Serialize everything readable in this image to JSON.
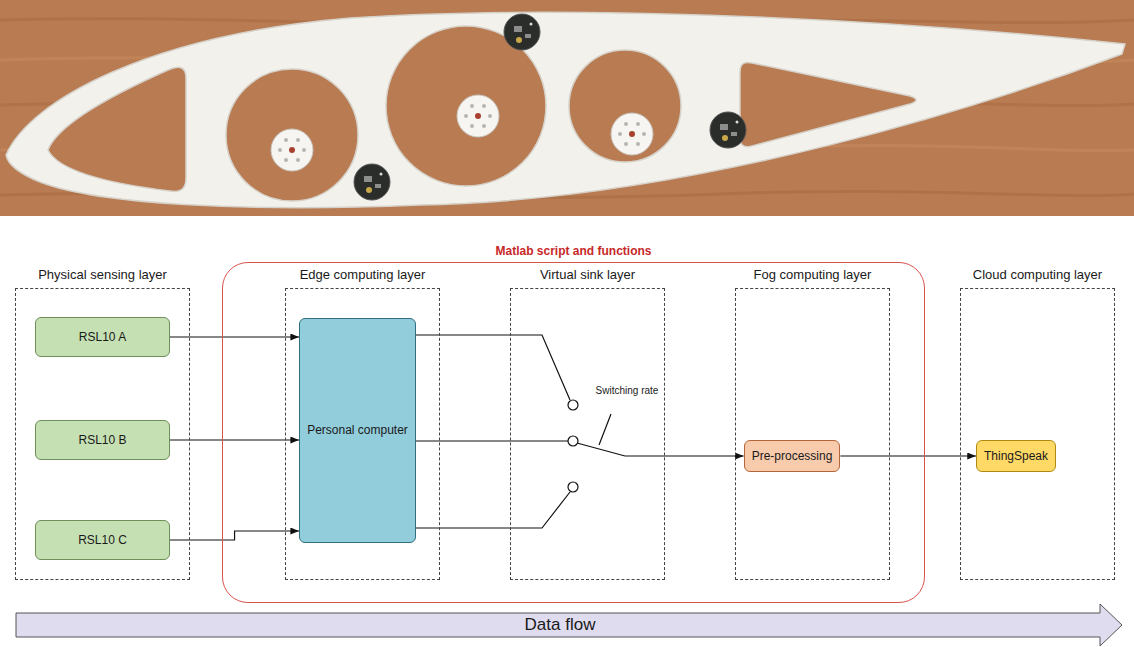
{
  "diagram": {
    "nodes": [
      {
        "text": [
          "Physical sensing layer"
        ]
      },
      {
        "text": [
          "RSL10 A"
        ],
        "in": 0
      },
      {
        "text": [
          "RSL10 B"
        ],
        "in": 0
      },
      {
        "text": [
          "RSL10 C"
        ],
        "in": 0
      },
      {
        "text": [
          "Matlab script and functions"
        ]
      },
      {
        "text": [
          "Edge computing layer"
        ],
        "in": 4
      },
      {
        "text": [
          "Personal computer"
        ],
        "in": 5
      },
      {
        "text": [
          "Virtual sink layer"
        ],
        "in": 4
      },
      {
        "text": [
          "Fog computing layer"
        ],
        "in": 4
      },
      {
        "text": [
          "Pre-processing"
        ],
        "in": 8
      },
      {
        "text": [
          "Cloud computing layer"
        ]
      },
      {
        "text": [
          "ThingSpeak"
        ],
        "in": 10
      }
    ],
    "edges": [
      {
        "from": 1,
        "to": 6,
        "arrow": "to"
      },
      {
        "from": 2,
        "to": 6,
        "arrow": "to"
      },
      {
        "from": 3,
        "to": 6,
        "arrow": "to"
      },
      {
        "from": 6,
        "to": 7,
        "arrow": "none"
      },
      {
        "from": 6,
        "to": 7,
        "arrow": "none"
      },
      {
        "from": 6,
        "to": 7,
        "arrow": "none"
      },
      {
        "from": 7,
        "to": 9,
        "arrow": "to"
      },
      {
        "from": 9,
        "to": 11,
        "arrow": "to"
      }
    ],
    "labels": [
      "Switching rate",
      "Data flow"
    ]
  }
}
